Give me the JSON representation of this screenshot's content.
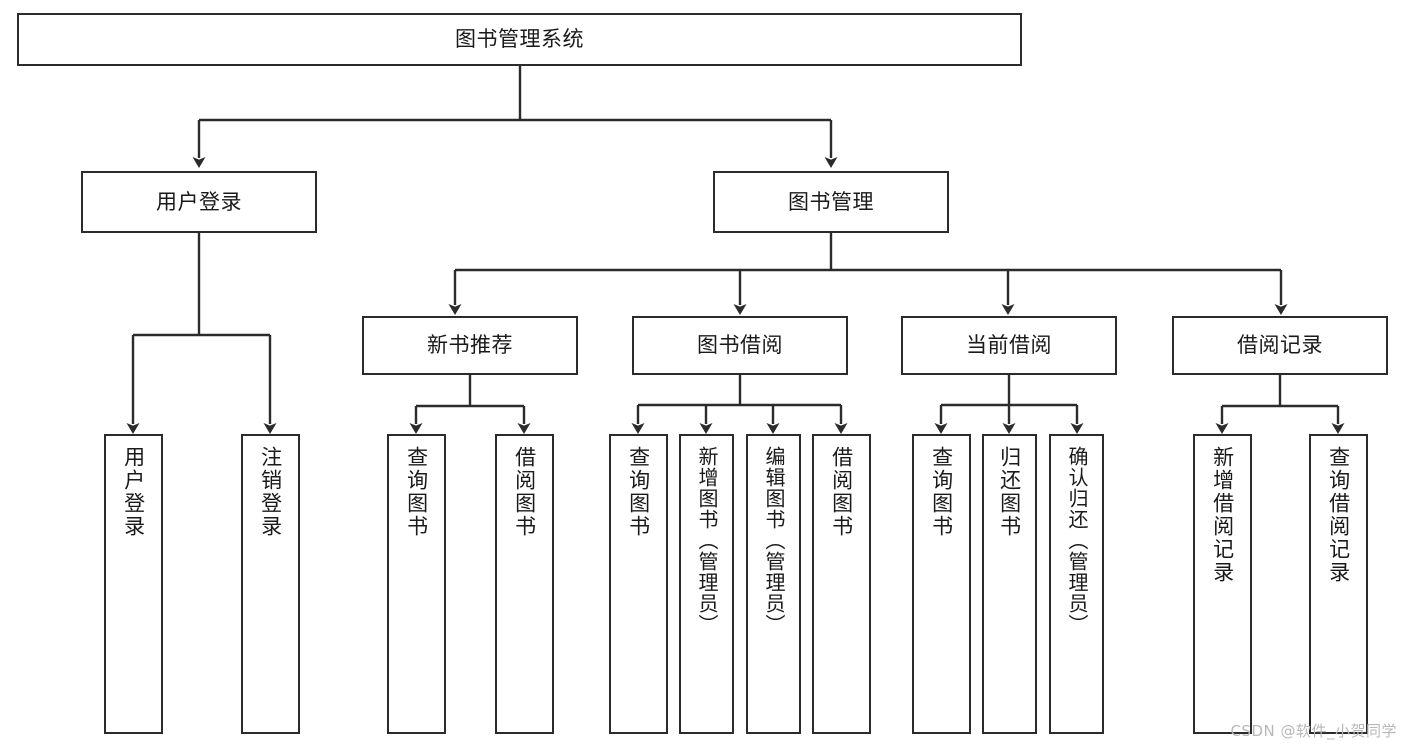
{
  "diagram": {
    "title": "图书管理系统",
    "type": "hierarchy-tree",
    "orientation": "top-down",
    "background_color": "#ffffff",
    "node_border_color": "#2b2b2b",
    "edge_color": "#2b2b2b",
    "text_color": "#1a1a1a"
  },
  "nodes": {
    "root": {
      "label": "图书管理系统"
    },
    "level2": [
      {
        "label": "用户登录"
      },
      {
        "label": "图书管理"
      }
    ],
    "level3": [
      {
        "label": "新书推荐"
      },
      {
        "label": "图书借阅"
      },
      {
        "label": "当前借阅"
      },
      {
        "label": "借阅记录"
      }
    ],
    "leaves_user_login": [
      {
        "label": "用户登录"
      },
      {
        "label": "注销登录"
      }
    ],
    "leaves_new_book": [
      {
        "label": "查询图书"
      },
      {
        "label": "借阅图书"
      }
    ],
    "leaves_borrow": [
      {
        "label": "查询图书"
      },
      {
        "label": "新增图书（管理员）"
      },
      {
        "label": "编辑图书（管理员）"
      },
      {
        "label": "借阅图书"
      }
    ],
    "leaves_current": [
      {
        "label": "查询图书"
      },
      {
        "label": "归还图书"
      },
      {
        "label": "确认归还（管理员）"
      }
    ],
    "leaves_record": [
      {
        "label": "新增借阅记录"
      },
      {
        "label": "查询借阅记录"
      }
    ]
  },
  "watermark": {
    "text": "CSDN @软件_小贺同学"
  }
}
